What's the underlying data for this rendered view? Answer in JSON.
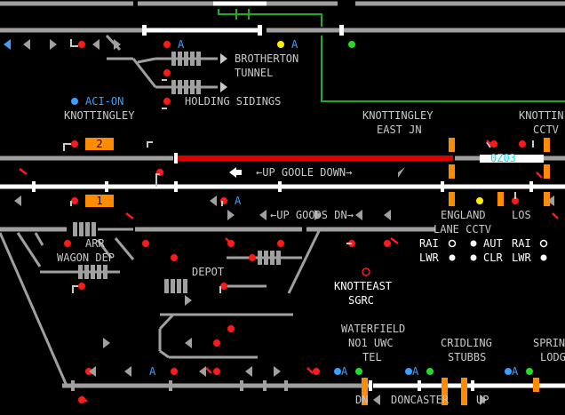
{
  "labels": {
    "brotherton_tunnel_1": "BROTHERTON",
    "brotherton_tunnel_2": "TUNNEL",
    "holding_sidings": "HOLDING SIDINGS",
    "aci_on": "ACI-ON",
    "knottingley": "KNOTTINGLEY",
    "knottingley_east_1": "KNOTTINGLEY",
    "knottingley_east_2": "EAST JN",
    "knottin_cctv_1": "KNOTTIN",
    "knottin_cctv_2": "CCTV",
    "up_goole_down": "←UP GOOLE DOWN→",
    "up_goods_dn": "←UP GOODS DN→",
    "england_lane_1": "ENGLAND",
    "england_lane_2": "LANE CCTV",
    "los": "LOS",
    "arr": "ARR",
    "wagon_dep": "WAGON DEP",
    "depot": "DEPOT",
    "knotteast": "KNOTTEAST",
    "sgrc": "SGRC",
    "waterfield_1": "WATERFIELD",
    "waterfield_2": "NO1 UWC",
    "tel": "TEL",
    "cridling_1": "CRIDLING",
    "cridling_2": "STUBBS",
    "sprin_1": "SPRIN",
    "sprin_2": "LODG",
    "doncaster": "DONCASTER",
    "dn": "DN",
    "up": "UP",
    "train_id": "0Z03",
    "berth_2": "2",
    "berth_1": "1",
    "rai_1": "RAI",
    "aut": "AUT",
    "rai_2": "RAI",
    "lwr_1": "LWR",
    "clr": "CLR",
    "lwr_2": "LWR",
    "ao": "A",
    "track_state": "occupied",
    "colors": {
      "track": "#a0a0a0",
      "track_set": "#ffffff",
      "track_occupied": "#e00000",
      "signal_red": "#ff1a1a",
      "signal_green": "#22dd22",
      "signal_yellow": "#ffee00",
      "berth": "#ff8c00",
      "cyan": "#00e0ff",
      "blue": "#3aa0ff",
      "route_green": "#22aa22"
    }
  }
}
